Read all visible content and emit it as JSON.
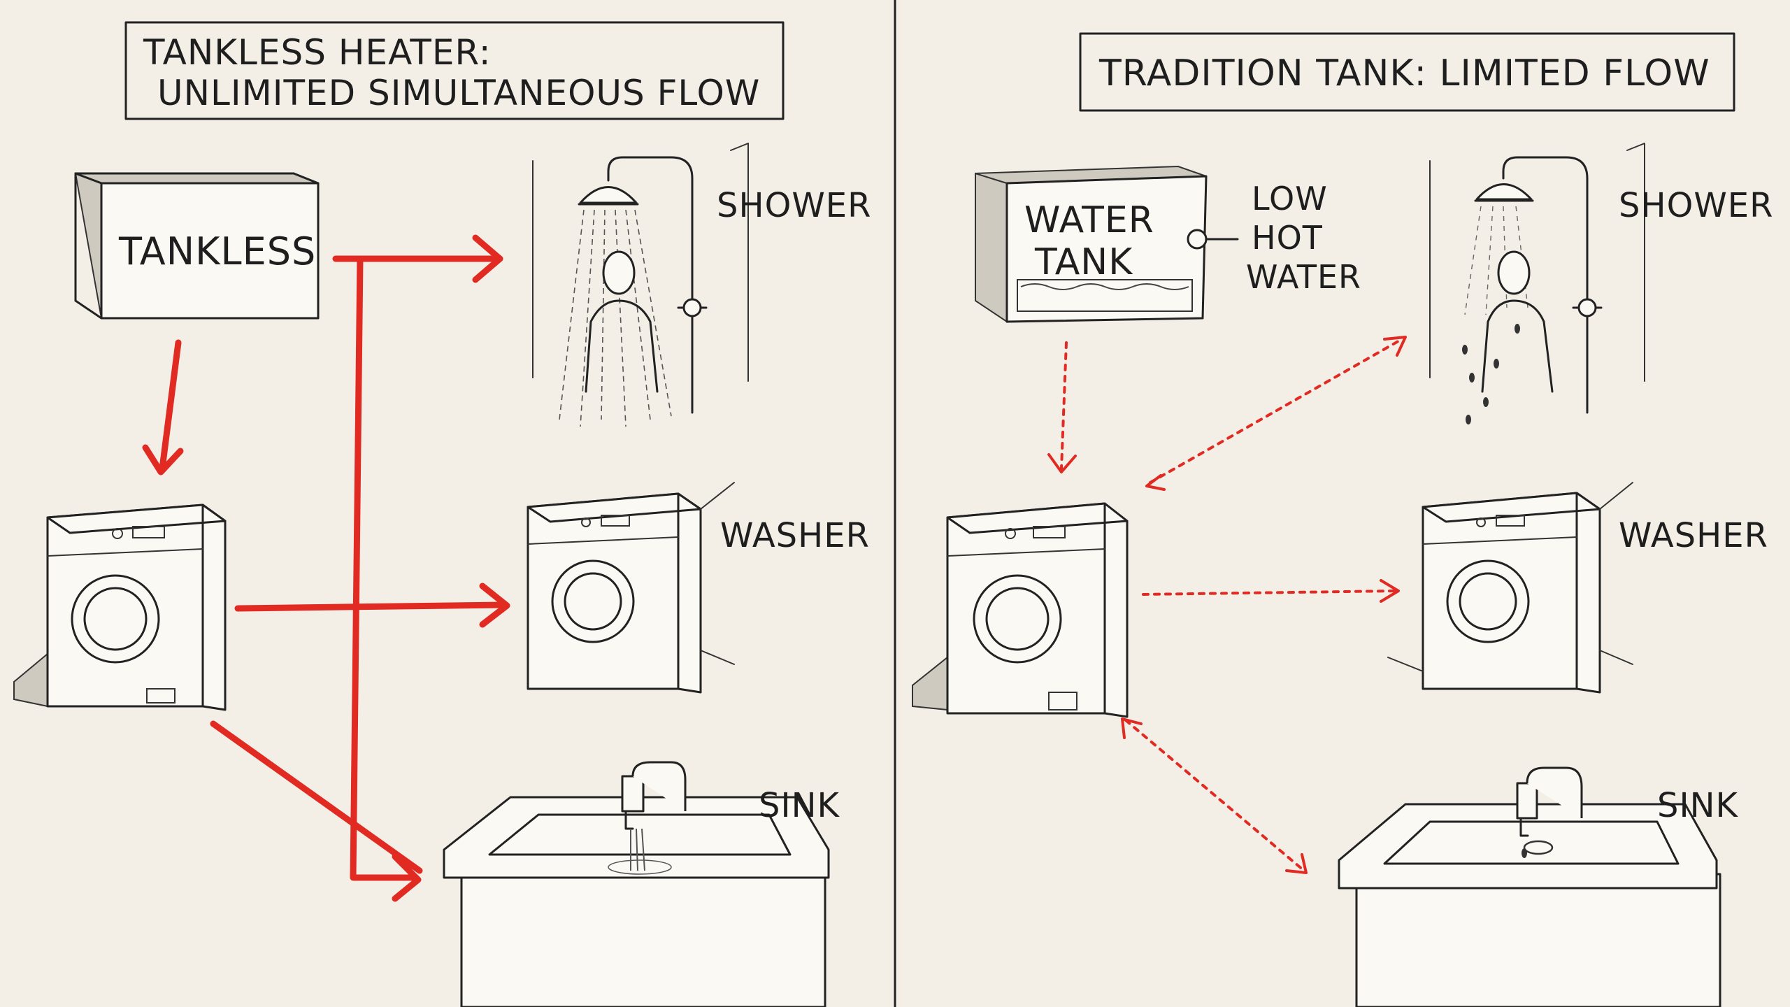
{
  "left_panel": {
    "title_line1": "TANKLESS HEATER:",
    "title_line2": "UNLIMITED SIMULTANEOUS FLOW",
    "heater_label": "TANKLESS",
    "shower_label": "SHOWER",
    "washer_label": "WASHER",
    "sink_label": "SINK"
  },
  "right_panel": {
    "title": "TRADITION TANK: LIMITED FLOW",
    "tank_label_line1": "WATER",
    "tank_label_line2": "TANK",
    "warning_line1": "LOW",
    "warning_line2": "HOT",
    "warning_line3": "WATER",
    "shower_label": "SHOWER",
    "washer_label": "WASHER",
    "sink_label": "SINK"
  },
  "colors": {
    "background": "#f3efe6",
    "ink": "#222222",
    "flow_arrow": "#e02a22"
  },
  "icons": [
    "shower-icon",
    "washing-machine-icon",
    "sink-faucet-icon",
    "water-heater-icon",
    "water-tank-icon",
    "person-icon"
  ]
}
